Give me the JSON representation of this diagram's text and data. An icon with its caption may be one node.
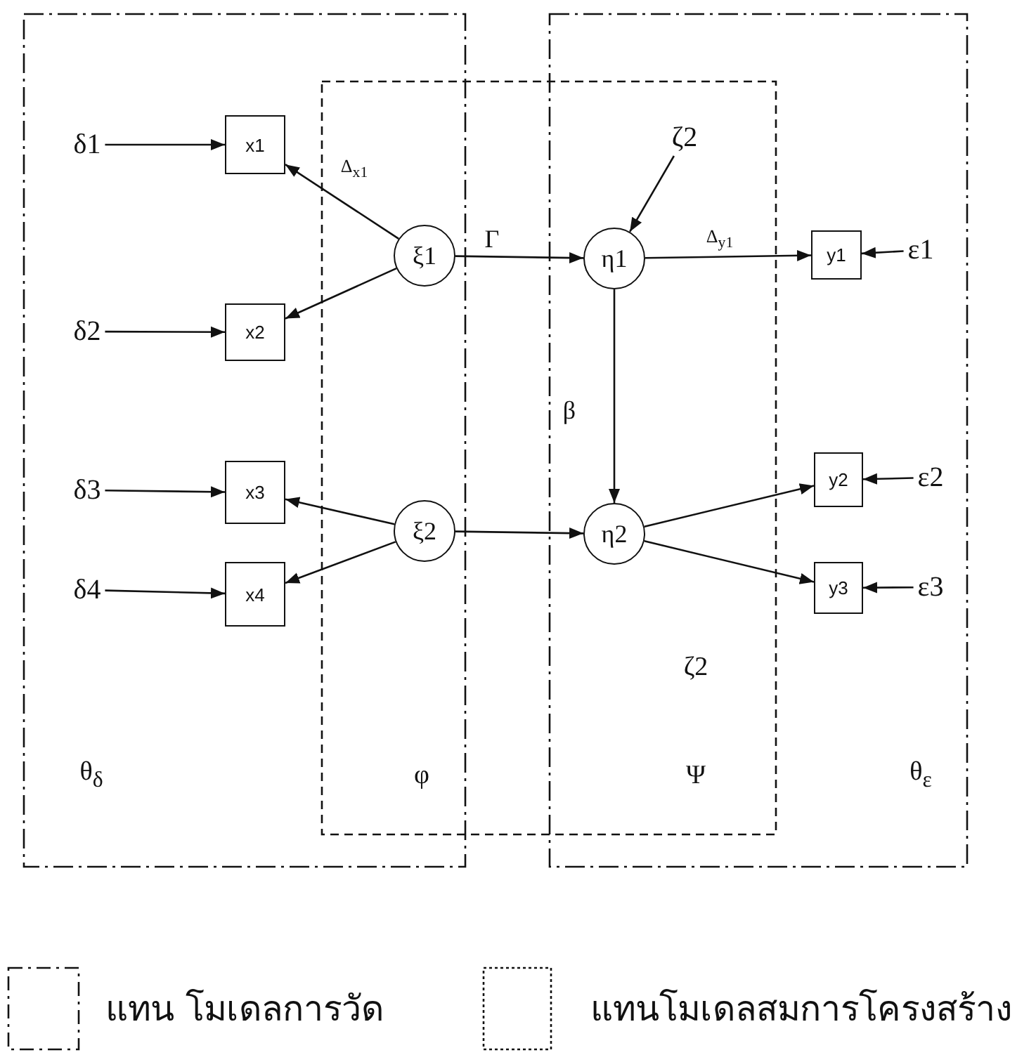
{
  "diagram": {
    "nodes": [
      {
        "text": [
          "δ1"
        ]
      },
      {
        "text": [
          "x1"
        ]
      },
      {
        "text": [
          "ξ1"
        ]
      },
      {
        "text": [
          "ζ2"
        ]
      },
      {
        "text": [
          "η1"
        ]
      },
      {
        "text": [
          "y1"
        ]
      },
      {
        "text": [
          "ε1"
        ]
      },
      {
        "text": [
          "δ2"
        ]
      },
      {
        "text": [
          "x2"
        ]
      },
      {
        "text": [
          "δ3"
        ]
      },
      {
        "text": [
          "x3"
        ]
      },
      {
        "text": [
          "ξ2"
        ]
      },
      {
        "text": [
          "η2"
        ]
      },
      {
        "text": [
          "y2"
        ]
      },
      {
        "text": [
          "ε2"
        ]
      },
      {
        "text": [
          "δ4"
        ]
      },
      {
        "text": [
          "x4"
        ]
      },
      {
        "text": [
          "y3"
        ]
      },
      {
        "text": [
          "ε3"
        ]
      }
    ],
    "edges": [
      {
        "from": 0,
        "to": 1,
        "arrow": "to"
      },
      {
        "from": 2,
        "to": 1,
        "arrow": "to",
        "label": "Δ$_{x1}$"
      },
      {
        "from": 2,
        "to": 8,
        "arrow": "to"
      },
      {
        "from": 7,
        "to": 8,
        "arrow": "to"
      },
      {
        "from": 2,
        "to": 4,
        "arrow": "to",
        "label": "Γ"
      },
      {
        "from": 3,
        "to": 4,
        "arrow": "to"
      },
      {
        "from": 4,
        "to": 5,
        "arrow": "to",
        "label": "Δ$_{y1}$"
      },
      {
        "from": 6,
        "to": 5,
        "arrow": "to"
      },
      {
        "from": 4,
        "to": 12,
        "arrow": "to",
        "label": "β"
      },
      {
        "from": 9,
        "to": 10,
        "arrow": "to"
      },
      {
        "from": 11,
        "to": 10,
        "arrow": "to"
      },
      {
        "from": 11,
        "to": 16,
        "arrow": "to"
      },
      {
        "from": 15,
        "to": 16,
        "arrow": "to"
      },
      {
        "from": 11,
        "to": 12,
        "arrow": "to"
      },
      {
        "from": 12,
        "to": 13,
        "arrow": "to"
      },
      {
        "from": 12,
        "to": 17,
        "arrow": "to"
      },
      {
        "from": 14,
        "to": 13,
        "arrow": "to"
      },
      {
        "from": 18,
        "to": 17,
        "arrow": "to"
      }
    ],
    "labels": [
      "ζ2",
      "θ$_{δ}$",
      "φ",
      "Ψ",
      "θ$_{ε}$"
    ],
    "legend": [
      {
        "text": "แทน โมเดลการวัด"
      },
      {
        "text": "แทนโมเดลสมการโครงสร้าง"
      }
    ]
  }
}
